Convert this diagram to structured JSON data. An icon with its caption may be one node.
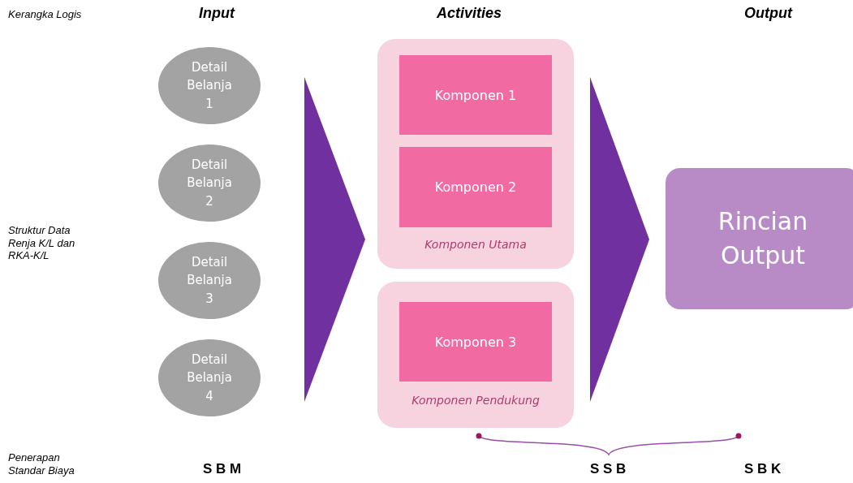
{
  "diagram": {
    "nodes": [
      {
        "text": [
          "Detail Belanja 1"
        ]
      },
      {
        "text": [
          "Detail Belanja 2"
        ]
      },
      {
        "text": [
          "Detail Belanja 3"
        ]
      },
      {
        "text": [
          "Detail Belanja 4"
        ]
      },
      {
        "text": [
          "Komponen Utama"
        ]
      },
      {
        "text": [
          "Komponen 1"
        ],
        "in": 4
      },
      {
        "text": [
          "Komponen 2"
        ],
        "in": 4
      },
      {
        "text": [
          "Komponen Pendukung"
        ]
      },
      {
        "text": [
          "Komponen 3"
        ],
        "in": 7
      },
      {
        "text": [
          "Rincian Output"
        ]
      }
    ],
    "labels": [
      "Kerangka Logis",
      "Input",
      "Activities",
      "Output",
      "Struktur Data Renja K/L dan RKA-K/L",
      "Penerapan Standar Biaya",
      "S B M",
      "S S B",
      "S B K"
    ]
  }
}
